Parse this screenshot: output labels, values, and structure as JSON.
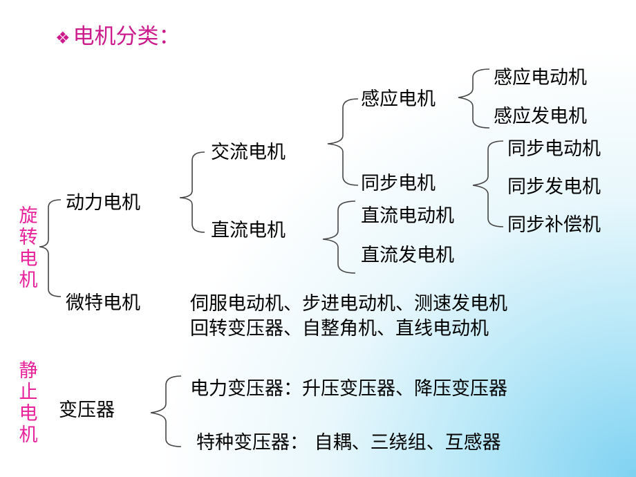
{
  "title": {
    "bullet": "❖",
    "text": "电机分类："
  },
  "side_labels": {
    "rotating": [
      "旋",
      "转",
      "电",
      "机"
    ],
    "static": [
      "静",
      "止",
      "电",
      "机"
    ]
  },
  "nodes": {
    "power_motor": "动力电机",
    "micro_motor": "微特电机",
    "ac_motor": "交流电机",
    "dc_motor": "直流电机",
    "induction_motor": "感应电机",
    "sync_motor": "同步电机",
    "induction_motor_motor": "感应电动机",
    "induction_generator": "感应发电机",
    "sync_motor_motor": "同步电动机",
    "sync_generator": "同步发电机",
    "sync_compensator": "同步补偿机",
    "dc_motor_motor": "直流电动机",
    "dc_generator": "直流发电机",
    "micro_list_1": "伺服电动机、步进电动机、测速发电机",
    "micro_list_2": "回转变压器、自整角机、直线电动机",
    "transformer": "变压器",
    "power_transformer": "电力变压器：升压变压器、降压变压器",
    "special_transformer": "特种变压器： 自耦、三绕组、互感器"
  },
  "colors": {
    "title": "#cc1a8c",
    "side": "#e8219a",
    "line": "#444444"
  }
}
